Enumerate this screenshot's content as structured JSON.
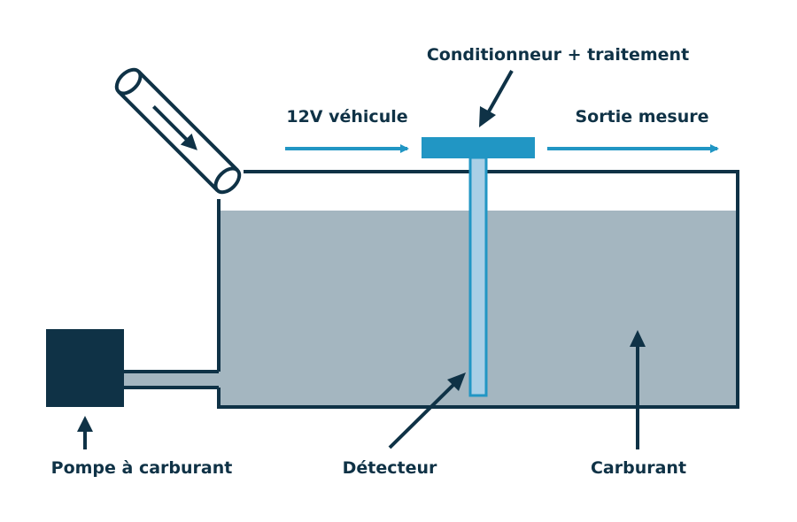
{
  "colors": {
    "dark": "#0f3246",
    "accent": "#2196c4",
    "fuel": "#a4b6c0",
    "probe": "#a9cfe6",
    "background": "#ffffff"
  },
  "labels": {
    "conditioner": "Conditionneur + traitement",
    "power_input": "12V véhicule",
    "output": "Sortie mesure",
    "pump": "Pompe à carburant",
    "detector": "Détecteur",
    "fuel": "Carburant"
  },
  "icons": {
    "filler_pipe": "filler-pipe-icon",
    "pump": "fuel-pump-block",
    "arrows": "arrow-icon"
  }
}
